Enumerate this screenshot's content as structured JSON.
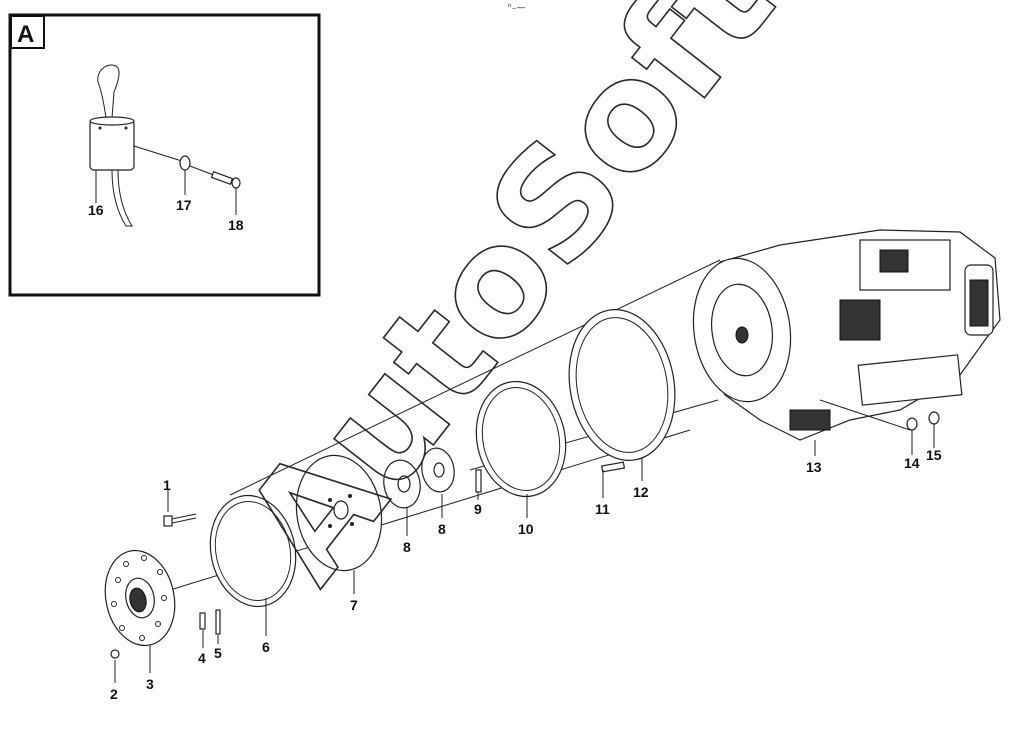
{
  "inset": {
    "letter": "A"
  },
  "top_mark": "ⁿ₋—",
  "watermark": "AutoSoft",
  "callouts": [
    "1",
    "2",
    "3",
    "4",
    "5",
    "6",
    "7",
    "8",
    "8",
    "9",
    "10",
    "11",
    "12",
    "13",
    "14",
    "15",
    "16",
    "17",
    "18"
  ]
}
